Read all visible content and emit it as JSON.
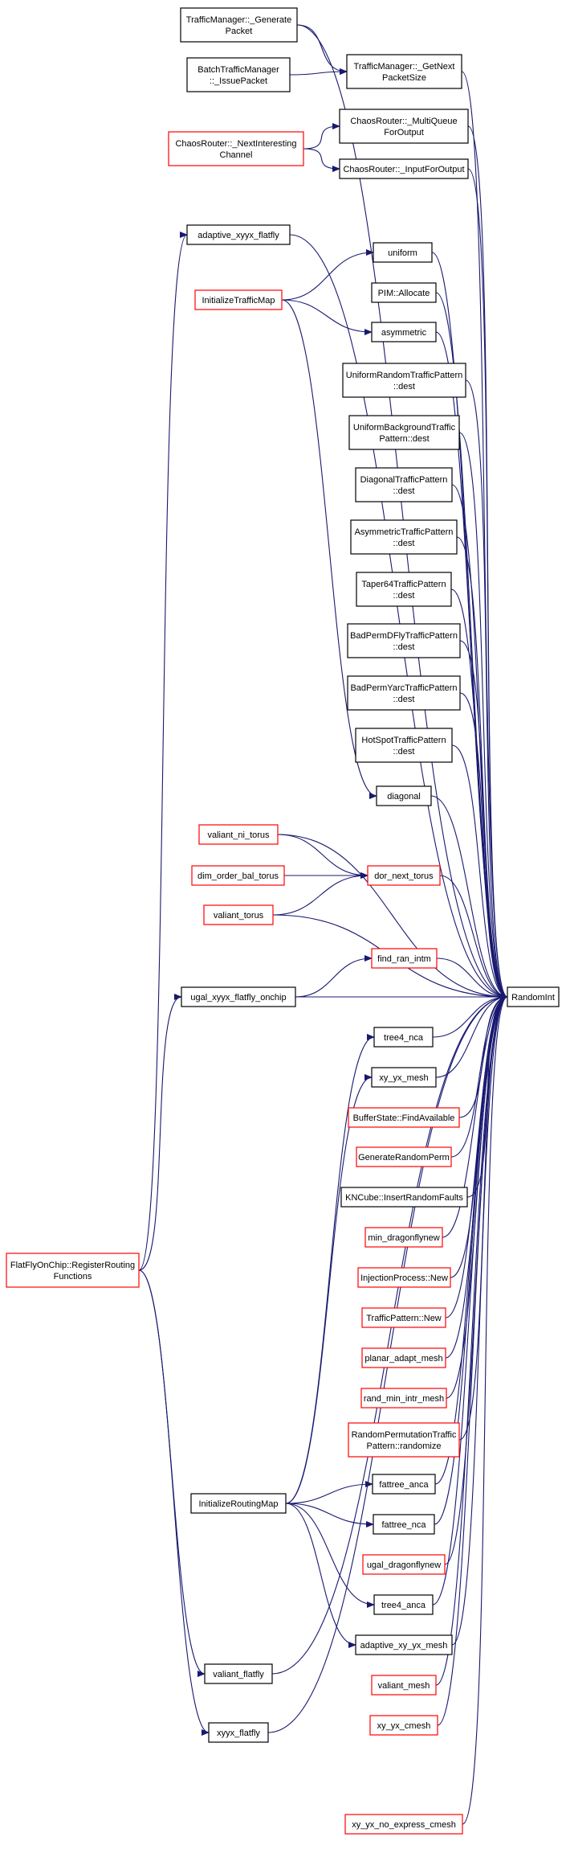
{
  "colors": {
    "edge": "#191970",
    "border_black": "#000000",
    "border_red": "#ff0000",
    "focus_fill": "#bfbfbf"
  },
  "target": "RandomInt",
  "nodes": [
    {
      "id": "tm_generate",
      "lines": [
        "TrafficManager::_Generate",
        "Packet"
      ],
      "border": "black"
    },
    {
      "id": "batch_issue",
      "lines": [
        "BatchTrafficManager",
        "::_IssuePacket"
      ],
      "border": "black"
    },
    {
      "id": "tm_getnext",
      "lines": [
        "TrafficManager::_GetNext",
        "PacketSize"
      ],
      "border": "black"
    },
    {
      "id": "chaos_multiqueue",
      "lines": [
        "ChaosRouter::_MultiQueue",
        "ForOutput"
      ],
      "border": "black"
    },
    {
      "id": "chaos_nextinteresting",
      "lines": [
        "ChaosRouter::_NextInteresting",
        "Channel"
      ],
      "border": "red"
    },
    {
      "id": "chaos_inputforoutput",
      "lines": [
        "ChaosRouter::_InputForOutput"
      ],
      "border": "black"
    },
    {
      "id": "adaptive_xyyx_flatfly",
      "lines": [
        "adaptive_xyyx_flatfly"
      ],
      "border": "black"
    },
    {
      "id": "uniform",
      "lines": [
        "uniform"
      ],
      "border": "black"
    },
    {
      "id": "pim_allocate",
      "lines": [
        "PIM::Allocate"
      ],
      "border": "black"
    },
    {
      "id": "init_traffic_map",
      "lines": [
        "InitializeTrafficMap"
      ],
      "border": "red"
    },
    {
      "id": "asymmetric",
      "lines": [
        "asymmetric"
      ],
      "border": "black"
    },
    {
      "id": "uniform_random_tp",
      "lines": [
        "UniformRandomTrafficPattern",
        "::dest"
      ],
      "border": "black"
    },
    {
      "id": "uniform_background_tp",
      "lines": [
        "UniformBackgroundTraffic",
        "Pattern::dest"
      ],
      "border": "black"
    },
    {
      "id": "diagonal_tp",
      "lines": [
        "DiagonalTrafficPattern",
        "::dest"
      ],
      "border": "black"
    },
    {
      "id": "asymmetric_tp",
      "lines": [
        "AsymmetricTrafficPattern",
        "::dest"
      ],
      "border": "black"
    },
    {
      "id": "taper64_tp",
      "lines": [
        "Taper64TrafficPattern",
        "::dest"
      ],
      "border": "black"
    },
    {
      "id": "badperm_dfly_tp",
      "lines": [
        "BadPermDFlyTrafficPattern",
        "::dest"
      ],
      "border": "black"
    },
    {
      "id": "badperm_yarc_tp",
      "lines": [
        "BadPermYarcTrafficPattern",
        "::dest"
      ],
      "border": "black"
    },
    {
      "id": "hotspot_tp",
      "lines": [
        "HotSpotTrafficPattern",
        "::dest"
      ],
      "border": "black"
    },
    {
      "id": "diagonal",
      "lines": [
        "diagonal"
      ],
      "border": "black"
    },
    {
      "id": "valiant_ni_torus",
      "lines": [
        "valiant_ni_torus"
      ],
      "border": "red"
    },
    {
      "id": "dim_order_bal_torus",
      "lines": [
        "dim_order_bal_torus"
      ],
      "border": "red"
    },
    {
      "id": "dor_next_torus",
      "lines": [
        "dor_next_torus"
      ],
      "border": "red"
    },
    {
      "id": "valiant_torus",
      "lines": [
        "valiant_torus"
      ],
      "border": "red"
    },
    {
      "id": "find_ran_intm",
      "lines": [
        "find_ran_intm"
      ],
      "border": "red"
    },
    {
      "id": "ugal_xyyx_flatfly_onchip",
      "lines": [
        "ugal_xyyx_flatfly_onchip"
      ],
      "border": "black"
    },
    {
      "id": "random_int",
      "lines": [
        "RandomInt"
      ],
      "border": "black",
      "focus": true
    },
    {
      "id": "tree4_nca",
      "lines": [
        "tree4_nca"
      ],
      "border": "black"
    },
    {
      "id": "xy_yx_mesh",
      "lines": [
        "xy_yx_mesh"
      ],
      "border": "black"
    },
    {
      "id": "bufferstate_findavailable",
      "lines": [
        "BufferState::FindAvailable"
      ],
      "border": "red"
    },
    {
      "id": "generate_random_perm",
      "lines": [
        "GenerateRandomPerm"
      ],
      "border": "red"
    },
    {
      "id": "kncube_insert",
      "lines": [
        "KNCube::InsertRandomFaults"
      ],
      "border": "black"
    },
    {
      "id": "min_dragonflynew",
      "lines": [
        "min_dragonflynew"
      ],
      "border": "red"
    },
    {
      "id": "injection_process_new",
      "lines": [
        "InjectionProcess::New"
      ],
      "border": "red"
    },
    {
      "id": "traffic_pattern_new",
      "lines": [
        "TrafficPattern::New"
      ],
      "border": "red"
    },
    {
      "id": "flatfly_register",
      "lines": [
        "FlatFlyOnChip::RegisterRouting",
        "Functions"
      ],
      "border": "red"
    },
    {
      "id": "planar_adapt_mesh",
      "lines": [
        "planar_adapt_mesh"
      ],
      "border": "red"
    },
    {
      "id": "rand_min_intr_mesh",
      "lines": [
        "rand_min_intr_mesh"
      ],
      "border": "red"
    },
    {
      "id": "random_perm_tp",
      "lines": [
        "RandomPermutationTraffic",
        "Pattern::randomize"
      ],
      "border": "red"
    },
    {
      "id": "fattree_anca",
      "lines": [
        "fattree_anca"
      ],
      "border": "black"
    },
    {
      "id": "init_routing_map",
      "lines": [
        "InitializeRoutingMap"
      ],
      "border": "black"
    },
    {
      "id": "fattree_nca",
      "lines": [
        "fattree_nca"
      ],
      "border": "black"
    },
    {
      "id": "ugal_dragonflynew",
      "lines": [
        "ugal_dragonflynew"
      ],
      "border": "red"
    },
    {
      "id": "tree4_anca",
      "lines": [
        "tree4_anca"
      ],
      "border": "black"
    },
    {
      "id": "adaptive_xy_yx_mesh",
      "lines": [
        "adaptive_xy_yx_mesh"
      ],
      "border": "black"
    },
    {
      "id": "valiant_flatfly",
      "lines": [
        "valiant_flatfly"
      ],
      "border": "black"
    },
    {
      "id": "valiant_mesh",
      "lines": [
        "valiant_mesh"
      ],
      "border": "red"
    },
    {
      "id": "xyyx_flatfly",
      "lines": [
        "xyyx_flatfly"
      ],
      "border": "black"
    },
    {
      "id": "xy_yx_cmesh",
      "lines": [
        "xy_yx_cmesh"
      ],
      "border": "red"
    },
    {
      "id": "xy_yx_no_express_cmesh",
      "lines": [
        "xy_yx_no_express_cmesh"
      ],
      "border": "red"
    }
  ],
  "edges": [
    [
      "tm_generate",
      "tm_getnext"
    ],
    [
      "tm_generate",
      "random_int"
    ],
    [
      "batch_issue",
      "tm_getnext"
    ],
    [
      "tm_getnext",
      "random_int"
    ],
    [
      "chaos_multiqueue",
      "random_int"
    ],
    [
      "chaos_nextinteresting",
      "chaos_multiqueue"
    ],
    [
      "chaos_nextinteresting",
      "chaos_inputforoutput"
    ],
    [
      "chaos_inputforoutput",
      "random_int"
    ],
    [
      "adaptive_xyyx_flatfly",
      "random_int"
    ],
    [
      "uniform",
      "random_int"
    ],
    [
      "pim_allocate",
      "random_int"
    ],
    [
      "init_traffic_map",
      "uniform"
    ],
    [
      "init_traffic_map",
      "asymmetric"
    ],
    [
      "init_traffic_map",
      "diagonal"
    ],
    [
      "asymmetric",
      "random_int"
    ],
    [
      "uniform_random_tp",
      "random_int"
    ],
    [
      "uniform_background_tp",
      "random_int"
    ],
    [
      "diagonal_tp",
      "random_int"
    ],
    [
      "asymmetric_tp",
      "random_int"
    ],
    [
      "taper64_tp",
      "random_int"
    ],
    [
      "badperm_dfly_tp",
      "random_int"
    ],
    [
      "badperm_yarc_tp",
      "random_int"
    ],
    [
      "hotspot_tp",
      "random_int"
    ],
    [
      "diagonal",
      "random_int"
    ],
    [
      "valiant_ni_torus",
      "dor_next_torus"
    ],
    [
      "valiant_ni_torus",
      "random_int"
    ],
    [
      "dim_order_bal_torus",
      "dor_next_torus"
    ],
    [
      "valiant_torus",
      "dor_next_torus"
    ],
    [
      "valiant_torus",
      "random_int"
    ],
    [
      "dor_next_torus",
      "random_int"
    ],
    [
      "find_ran_intm",
      "random_int"
    ],
    [
      "ugal_xyyx_flatfly_onchip",
      "find_ran_intm"
    ],
    [
      "ugal_xyyx_flatfly_onchip",
      "random_int"
    ],
    [
      "tree4_nca",
      "random_int"
    ],
    [
      "xy_yx_mesh",
      "random_int"
    ],
    [
      "bufferstate_findavailable",
      "random_int"
    ],
    [
      "generate_random_perm",
      "random_int"
    ],
    [
      "kncube_insert",
      "random_int"
    ],
    [
      "min_dragonflynew",
      "random_int"
    ],
    [
      "injection_process_new",
      "random_int"
    ],
    [
      "traffic_pattern_new",
      "random_int"
    ],
    [
      "flatfly_register",
      "adaptive_xyyx_flatfly"
    ],
    [
      "flatfly_register",
      "ugal_xyyx_flatfly_onchip"
    ],
    [
      "flatfly_register",
      "valiant_flatfly"
    ],
    [
      "flatfly_register",
      "xyyx_flatfly"
    ],
    [
      "planar_adapt_mesh",
      "random_int"
    ],
    [
      "rand_min_intr_mesh",
      "random_int"
    ],
    [
      "random_perm_tp",
      "random_int"
    ],
    [
      "fattree_anca",
      "random_int"
    ],
    [
      "init_routing_map",
      "tree4_nca"
    ],
    [
      "init_routing_map",
      "xy_yx_mesh"
    ],
    [
      "init_routing_map",
      "fattree_anca"
    ],
    [
      "init_routing_map",
      "fattree_nca"
    ],
    [
      "init_routing_map",
      "tree4_anca"
    ],
    [
      "init_routing_map",
      "adaptive_xy_yx_mesh"
    ],
    [
      "fattree_nca",
      "random_int"
    ],
    [
      "ugal_dragonflynew",
      "random_int"
    ],
    [
      "tree4_anca",
      "random_int"
    ],
    [
      "adaptive_xy_yx_mesh",
      "random_int"
    ],
    [
      "valiant_flatfly",
      "random_int"
    ],
    [
      "valiant_mesh",
      "random_int"
    ],
    [
      "xyyx_flatfly",
      "random_int"
    ],
    [
      "xy_yx_cmesh",
      "random_int"
    ],
    [
      "xy_yx_no_express_cmesh",
      "random_int"
    ]
  ]
}
